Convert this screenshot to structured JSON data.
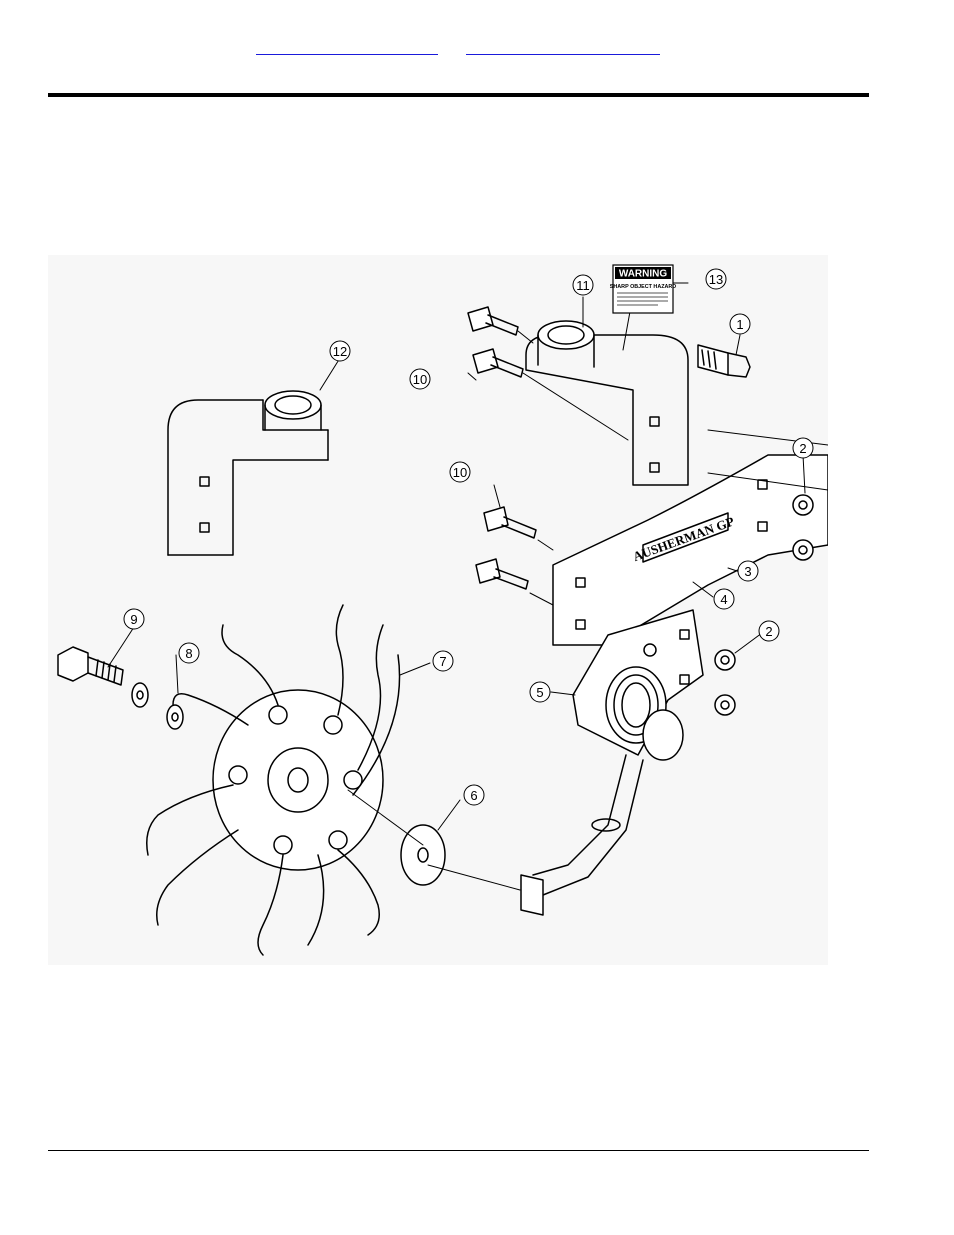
{
  "header": {
    "links": [
      {
        "label": ""
      },
      {
        "label": ""
      }
    ]
  },
  "figure": {
    "decal_warning_title": "WARNING",
    "decal_warning_subtitle": "SHARP OBJECT HAZARD",
    "decal_brand": "AUSHERMAN GP",
    "callouts": [
      {
        "number": "1"
      },
      {
        "number": "2"
      },
      {
        "number": "2"
      },
      {
        "number": "3"
      },
      {
        "number": "4"
      },
      {
        "number": "5"
      },
      {
        "number": "6"
      },
      {
        "number": "7"
      },
      {
        "number": "8"
      },
      {
        "number": "9"
      },
      {
        "number": "10"
      },
      {
        "number": "10"
      },
      {
        "number": "11"
      },
      {
        "number": "12"
      },
      {
        "number": "13"
      }
    ]
  },
  "colors": {
    "link": "#1a1adb",
    "rule": "#000000",
    "figure_background": "#f7f7f7"
  }
}
